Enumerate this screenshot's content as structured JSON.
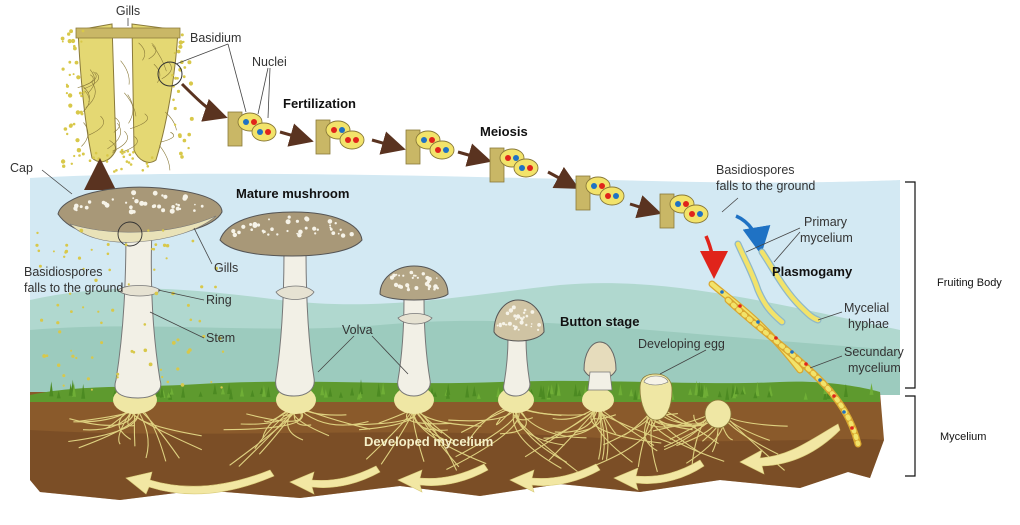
{
  "labels": {
    "gills_top": "Gills",
    "basidium": "Basidium",
    "nuclei": "Nuclei",
    "fertilization": "Fertilization",
    "meiosis": "Meiosis",
    "cap": "Cap",
    "mature_mushroom": "Mature mushroom",
    "basidiospores_left_1": "Basidiospores",
    "basidiospores_left_2": "falls to the ground",
    "gills_side": "Gills",
    "ring": "Ring",
    "stem": "Stem",
    "volva": "Volva",
    "button_stage": "Button stage",
    "developing_egg": "Developing egg",
    "basidiospores_right_1": "Basidiospores",
    "basidiospores_right_2": "falls to the ground",
    "primary_mycelium_1": "Primary",
    "primary_mycelium_2": "mycelium",
    "plasmogamy": "Plasmogamy",
    "mycelial_hyphae_1": "Mycelial",
    "mycelial_hyphae_2": "hyphae",
    "secundary_mycelium_1": "Secundary",
    "secundary_mycelium_2": "mycelium",
    "developed_mycelium": "Developed mycelium",
    "fruiting_body": "Fruiting Body",
    "mycelium": "Mycelium"
  },
  "colors": {
    "sky": "#cfe6f2",
    "hill": "#a9d3c9",
    "grass": "#5e9a2e",
    "soil": "#8a5a2b",
    "soil_dark": "#6b4220",
    "hyphae": "#e9df8a",
    "arrow_brown": "#5a3320",
    "arrow_red": "#e0241b",
    "arrow_blue": "#1f72c4",
    "cap_brown": "#a89878",
    "stem_white": "#f2f0e6",
    "cell_yellow": "#f2e36a"
  }
}
